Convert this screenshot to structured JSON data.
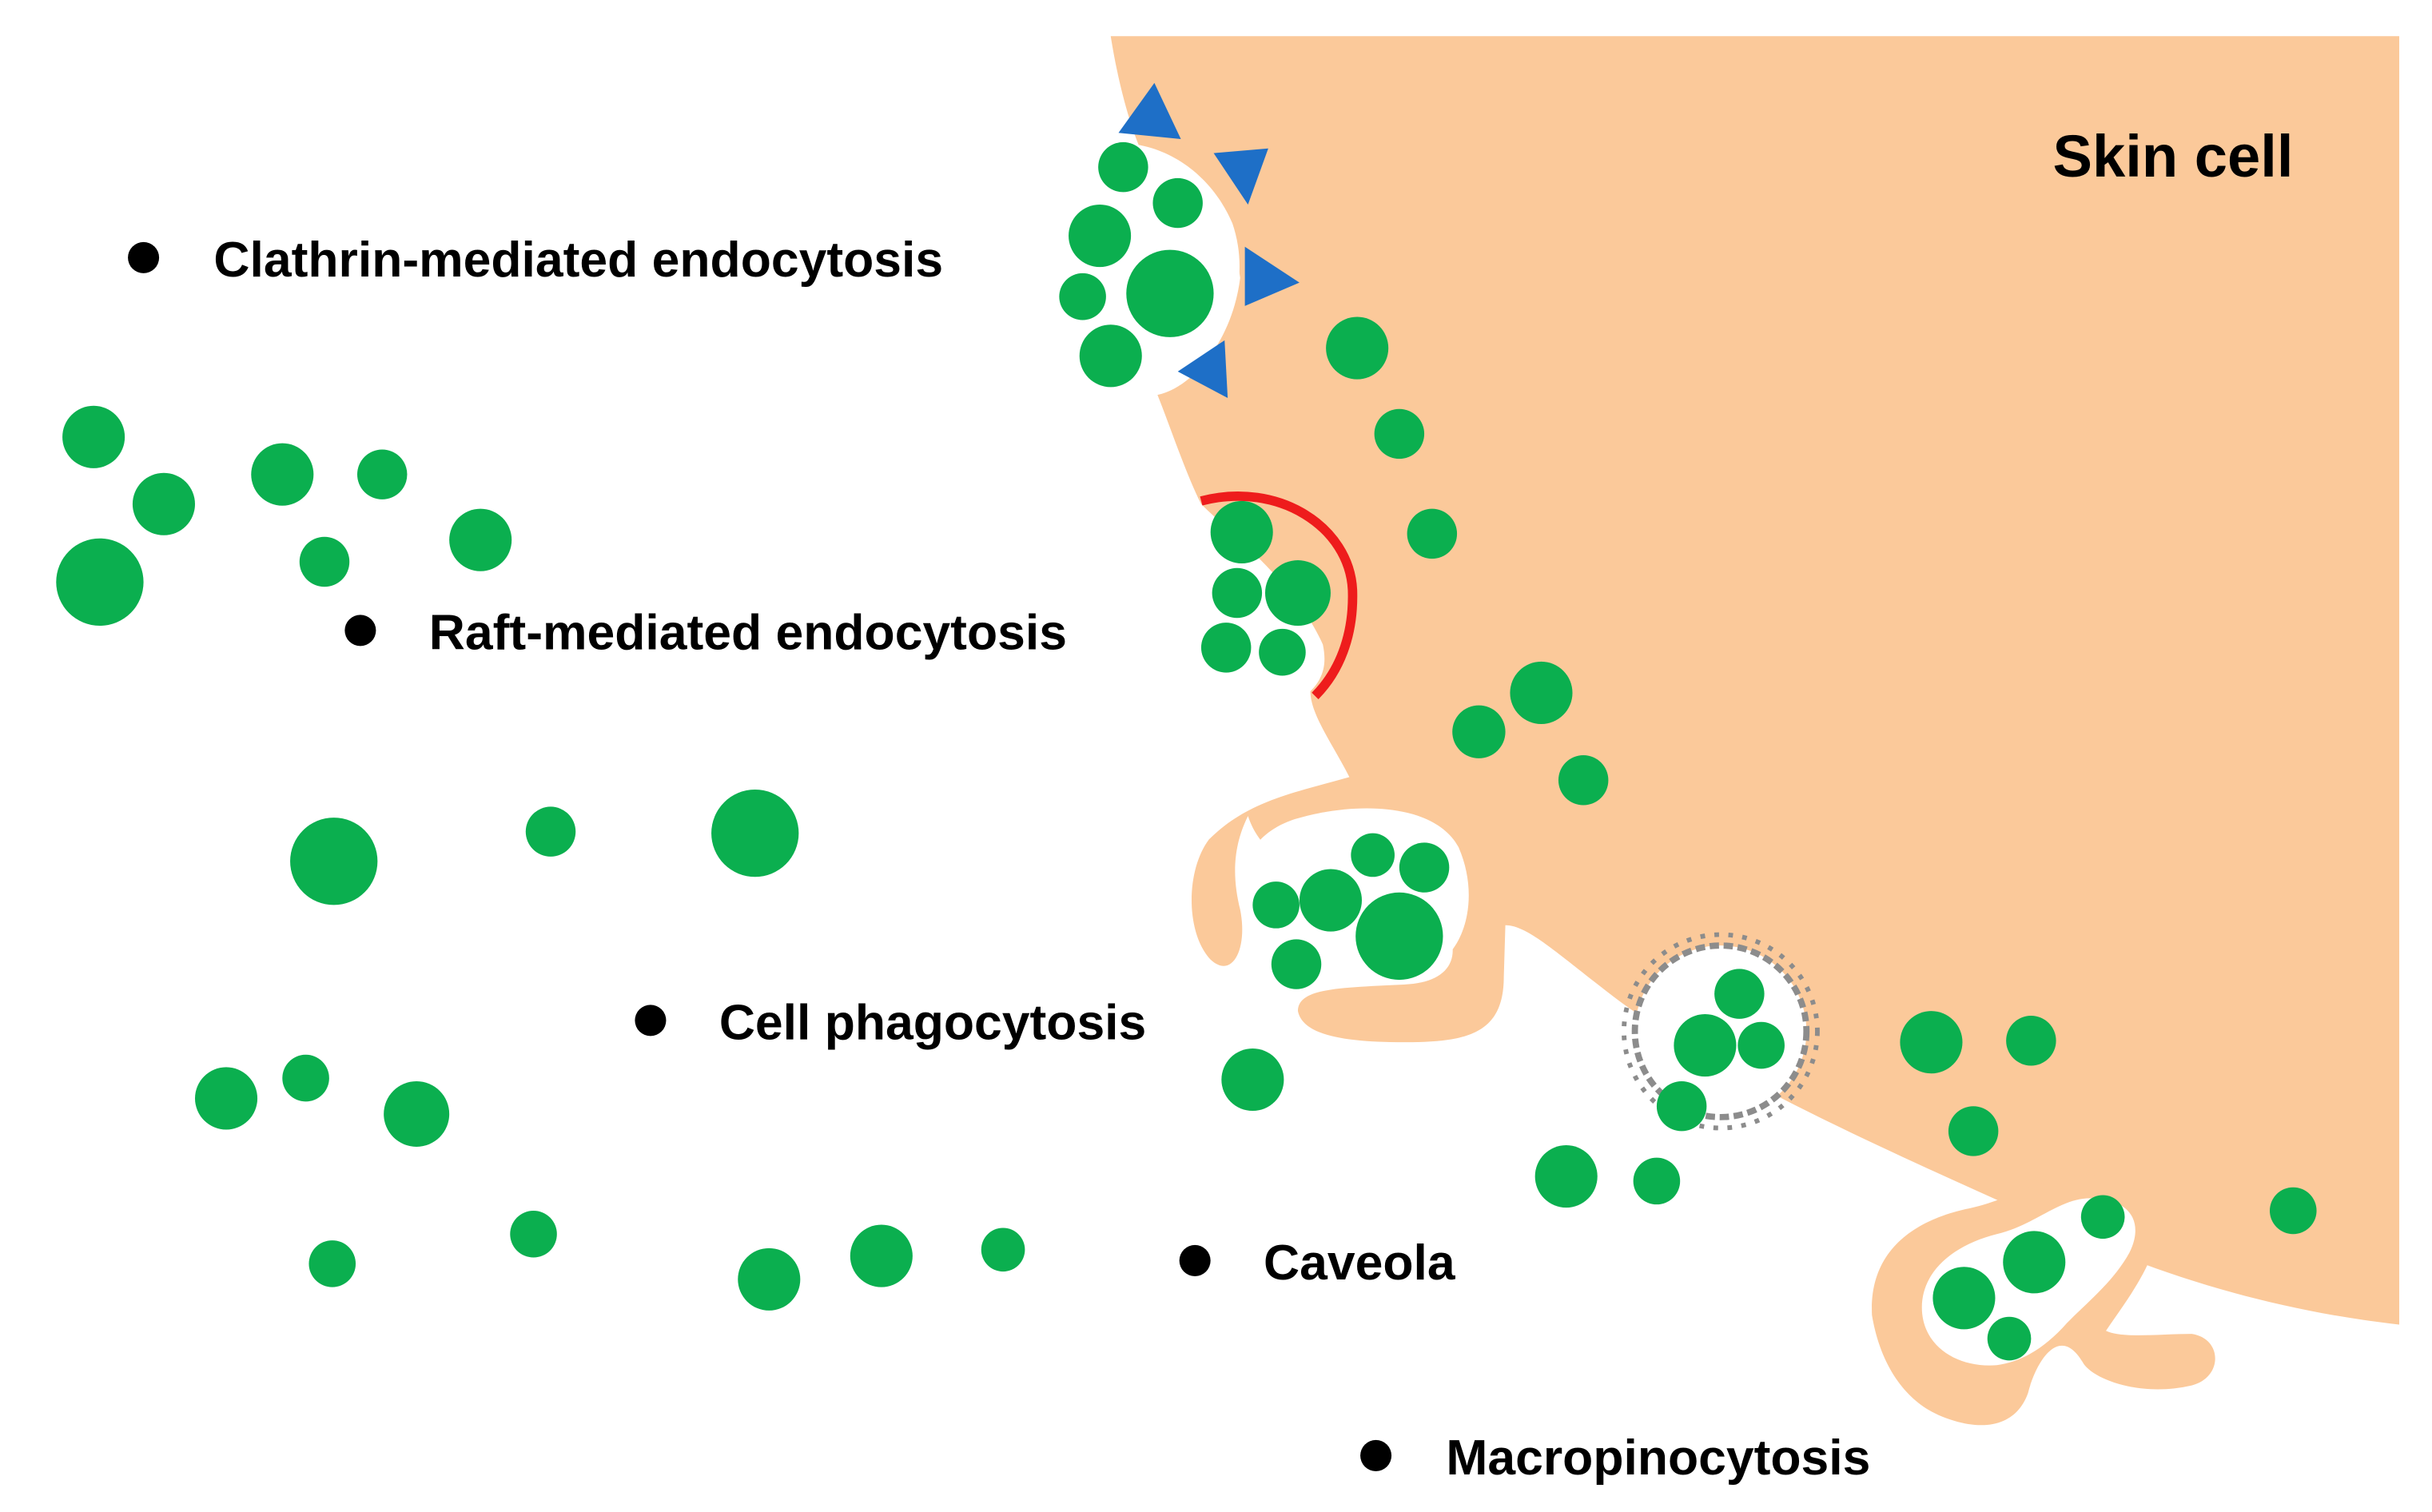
{
  "cell_title": "Skin cell",
  "colors": {
    "cell": "#FBC99A",
    "particle": "#0BAF4F",
    "clathrin": "#1E6FC7",
    "raft": "#EE1C1C",
    "caveola": "#8C8C8C",
    "bullet": "#000000",
    "background": "#FFFFFF"
  },
  "pathways": [
    {
      "id": "clathrin",
      "label": "Clathrin-mediated endocytosis"
    },
    {
      "id": "raft",
      "label": "Raft-mediated endocytosis"
    },
    {
      "id": "phagocytosis",
      "label": "Cell phagocytosis"
    },
    {
      "id": "caveola",
      "label": "Caveola"
    },
    {
      "id": "macropinocytosis",
      "label": "Macropinocytosis"
    }
  ]
}
